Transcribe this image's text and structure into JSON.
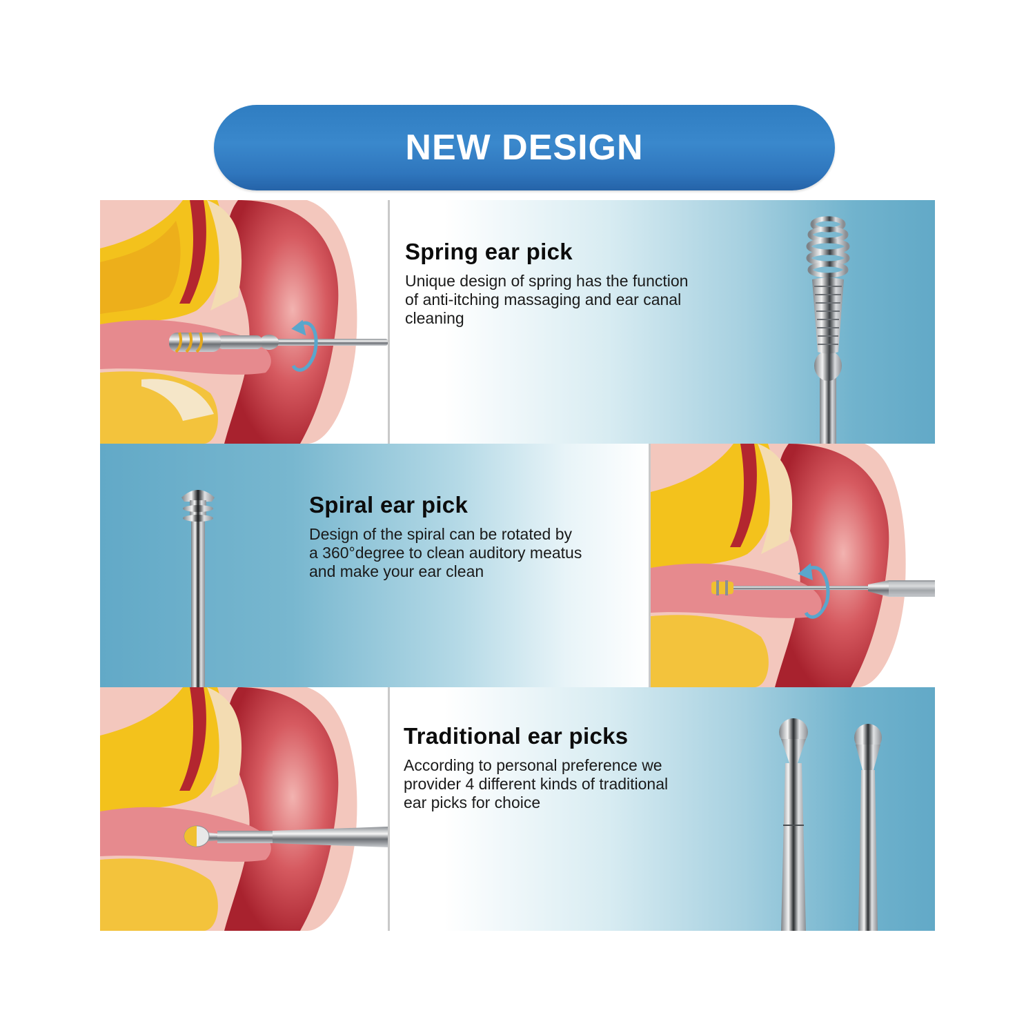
{
  "banner": {
    "title": "NEW DESIGN",
    "color": "#2f7dc1"
  },
  "features": [
    {
      "title": "Spring ear pick",
      "description_lines": [
        "Unique design of spring has the function",
        "of anti-itching massaging and ear canal",
        "cleaning"
      ],
      "illustration": "ear-cross-section-with-spring-pick",
      "product_image": "spring-ear-pick-closeup"
    },
    {
      "title": "Spiral ear pick",
      "description_lines": [
        "Design of the spiral can be rotated by",
        "a 360°degree to clean auditory meatus",
        "and make your ear clean"
      ],
      "illustration": "ear-cross-section-with-spiral-pick",
      "product_image": "spiral-ear-pick-closeup"
    },
    {
      "title": "Traditional ear picks",
      "description_lines": [
        "According to personal preference we",
        "provider 4 different kinds of traditional",
        "ear picks for choice"
      ],
      "illustration": "ear-cross-section-with-spoon-pick",
      "product_image": "traditional-spoon-ear-picks-closeup"
    }
  ],
  "colors": {
    "panel_blue": "#62a9c7",
    "ear_red": "#c23a45",
    "bone_yellow": "#f2c21c",
    "rotation_arrow": "#5aa6cc"
  }
}
